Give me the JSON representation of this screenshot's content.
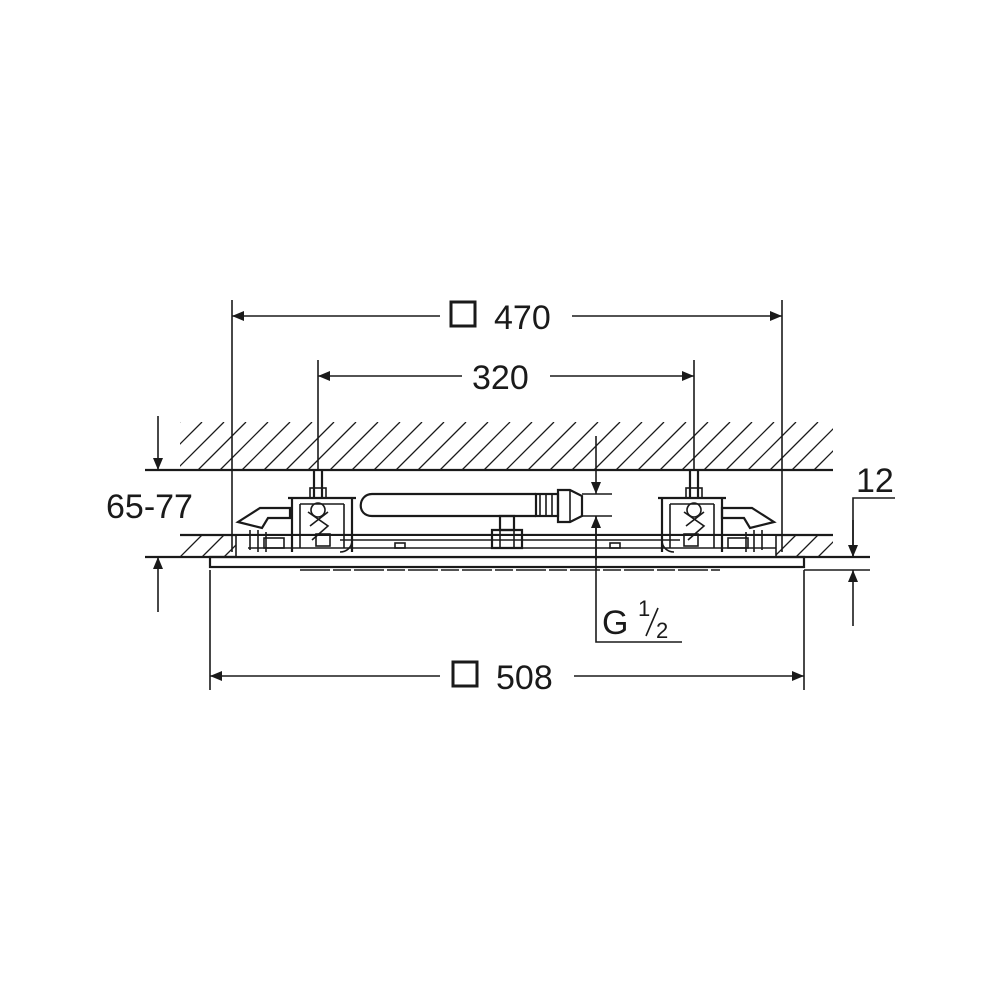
{
  "dimensions": {
    "top_width": "470",
    "mount_spacing": "320",
    "bottom_width": "508",
    "depth": "65-77",
    "panel_thickness": "12",
    "thread_main": "G",
    "thread_num": "1",
    "thread_den": "2"
  },
  "icons": {
    "square_symbol": "square-dimension-icon"
  }
}
